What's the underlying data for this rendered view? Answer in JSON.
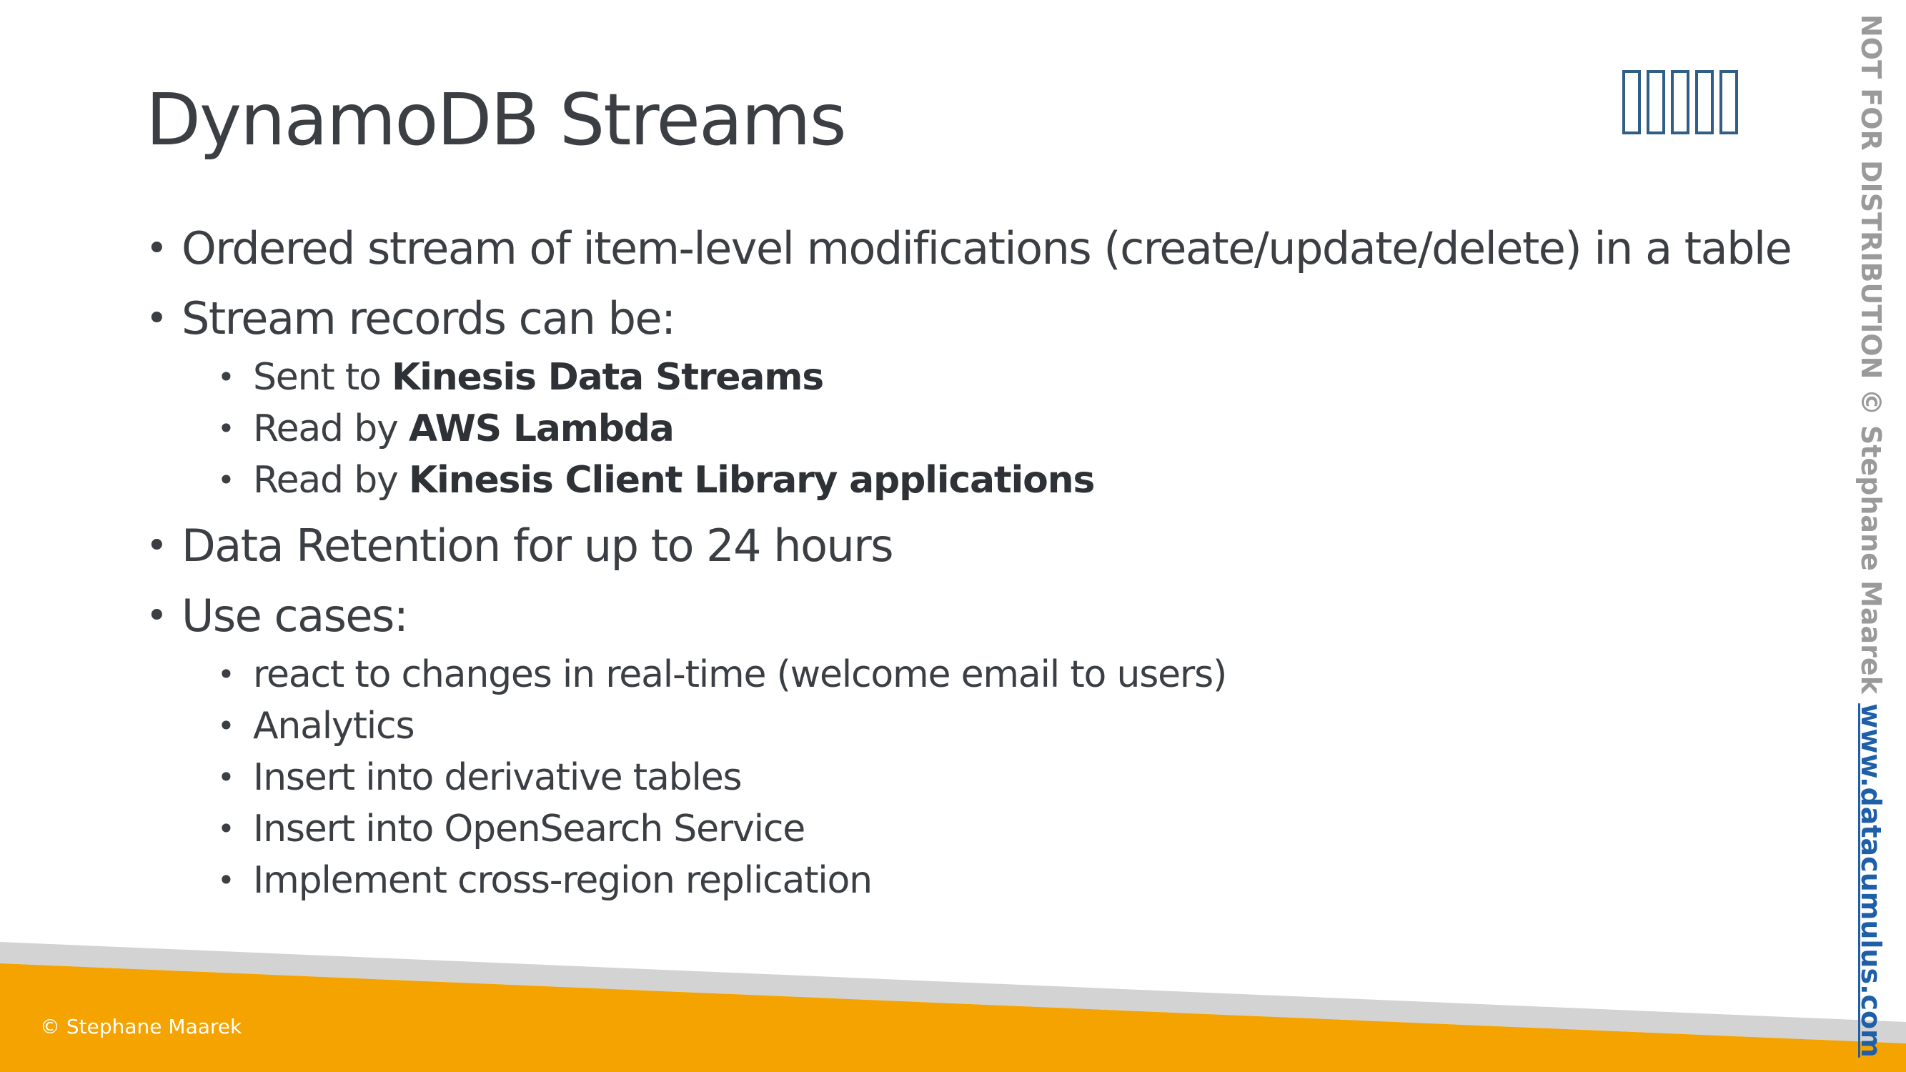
{
  "slide": {
    "title": "DynamoDB Streams",
    "bullets": [
      {
        "text": "Ordered stream of item-level modifications (create/update/delete) in a table"
      },
      {
        "text": "Stream records can be:"
      },
      {
        "text": "Data Retention for up to 24 hours"
      },
      {
        "text": "Use cases:"
      }
    ],
    "stream_targets": [
      {
        "prefix": "Sent to ",
        "term": "Kinesis Data Streams"
      },
      {
        "prefix": "Read by ",
        "term": "AWS Lambda"
      },
      {
        "prefix": "Read by ",
        "term": "Kinesis Client Library applications"
      }
    ],
    "use_cases": [
      "react to changes in real-time (welcome email to users)",
      "Analytics",
      "Insert into derivative tables",
      "Insert into OpenSearch Service",
      "Implement cross-region replication"
    ]
  },
  "header_logo": {
    "icon": "missing-glyph-boxes",
    "color": "#2f5f86"
  },
  "footer": {
    "copyright": "© Stephane Maarek",
    "colors": {
      "orange": "#f5a300",
      "gray": "#d3d3d3"
    }
  },
  "watermark": {
    "notice": "NOT FOR DISTRIBUTION © Stephane Maarek ",
    "link": "www.datacumulus.com",
    "colors": {
      "notice": "#9a9a9a",
      "link": "#1f5fa8"
    }
  }
}
